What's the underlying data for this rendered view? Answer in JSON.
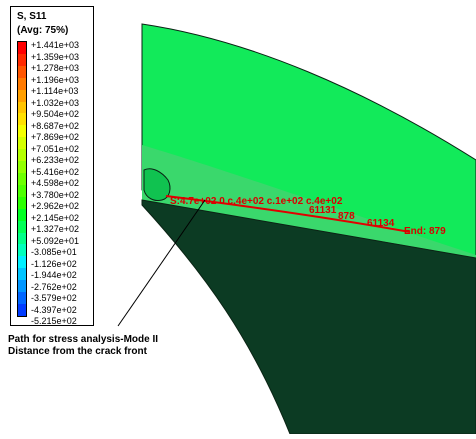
{
  "legend": {
    "title": "S, S11",
    "subtitle": "(Avg: 75%)",
    "values": [
      "+1.441e+03",
      "+1.359e+03",
      "+1.278e+03",
      "+1.196e+03",
      "+1.114e+03",
      "+1.032e+03",
      "+9.504e+02",
      "+8.687e+02",
      "+7.869e+02",
      "+7.051e+02",
      "+6.233e+02",
      "+5.416e+02",
      "+4.598e+02",
      "+3.780e+02",
      "+2.962e+02",
      "+2.145e+02",
      "+1.327e+02",
      "+5.092e+01",
      "-3.085e+01",
      "-1.126e+02",
      "-1.944e+02",
      "-2.762e+02",
      "-3.579e+02",
      "-4.397e+02",
      "-5.215e+02"
    ],
    "colors": [
      "#ff0000",
      "#ff2a00",
      "#ff5500",
      "#ff7a00",
      "#ff9f00",
      "#ffc400",
      "#ffe000",
      "#f4ff00",
      "#d4ff00",
      "#b4ff00",
      "#92ff00",
      "#6cff00",
      "#4dff00",
      "#2bff00",
      "#00ff22",
      "#00ff55",
      "#00ff88",
      "#00ffbb",
      "#00f0ff",
      "#00c4ff",
      "#0096ff",
      "#0066ff",
      "#003cff"
    ]
  },
  "model": {
    "colors": {
      "upper_region": "#12ea5a",
      "band": "#3ad86c",
      "crack_zone": "#10c250",
      "lower_region": "#0c3b23",
      "edge": "#0a2314",
      "path_red": "#e20000"
    },
    "labels": {
      "start_cluster": "S:4.7e+02 0 c.4e+02 c.1e+02 c.4e+02",
      "mid1": "61131",
      "mid2": "878",
      "mid3": "61134",
      "end": "End: 879"
    }
  },
  "annotation": {
    "line1": "Path for stress analysis-Mode II",
    "line2": "Distance from the crack front"
  }
}
